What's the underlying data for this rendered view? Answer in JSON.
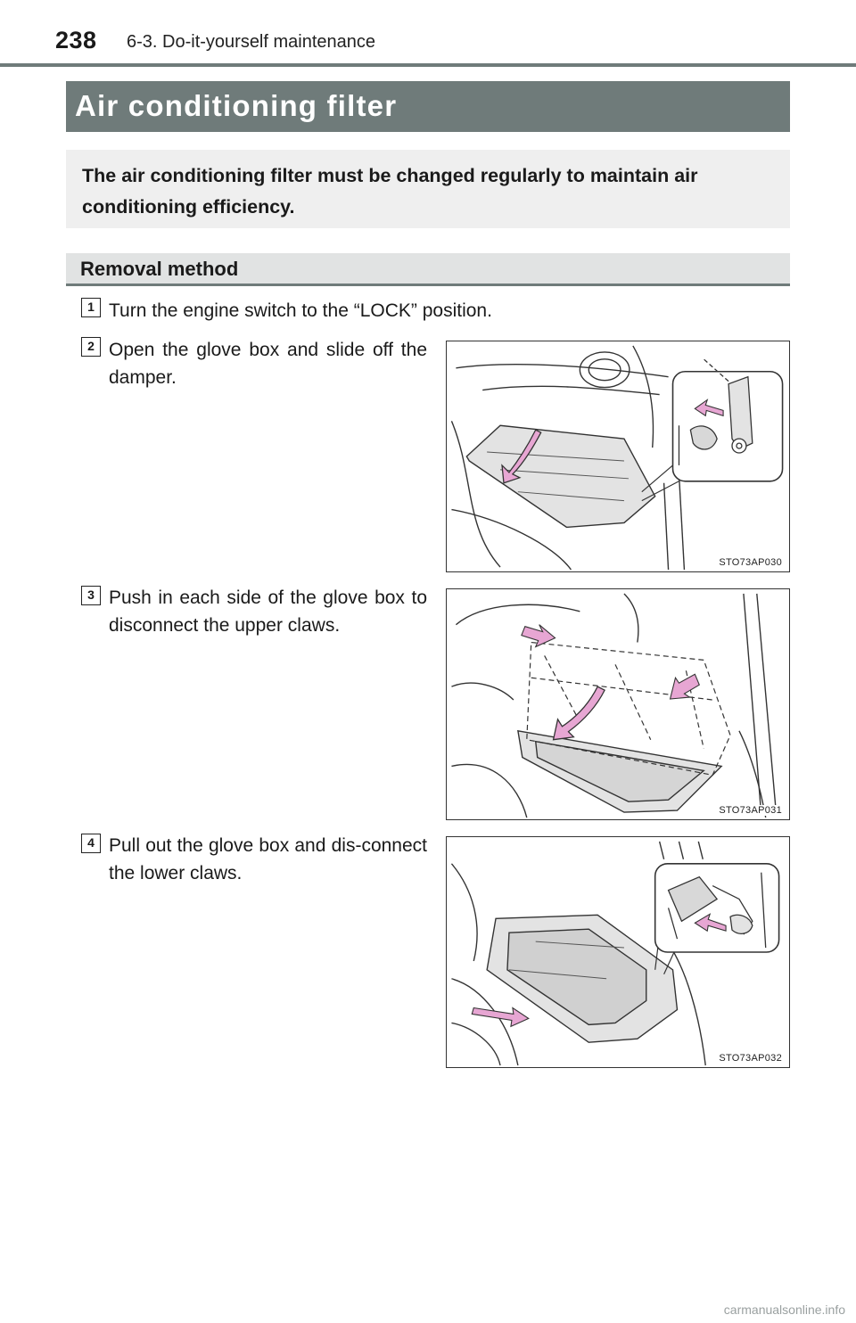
{
  "header": {
    "page_number": "238",
    "chapter": "6-3. Do-it-yourself maintenance"
  },
  "title": "Air conditioning filter",
  "intro": "The air conditioning filter must be changed regularly to maintain air conditioning efficiency.",
  "section": "Removal method",
  "steps": [
    {
      "number": "1",
      "text": "Turn the engine switch to the “LOCK” position."
    },
    {
      "number": "2",
      "text": "Open the glove box and slide off the damper."
    },
    {
      "number": "3",
      "text": "Push in each side of the glove box to disconnect the upper claws."
    },
    {
      "number": "4",
      "text": "Pull out the glove box and dis-connect the lower claws."
    }
  ],
  "figures": [
    {
      "code": "STO73AP030"
    },
    {
      "code": "STO73AP031"
    },
    {
      "code": "STO73AP032"
    }
  ],
  "watermark": "carmanualsonline.info",
  "colors": {
    "band": "#6f7b7a",
    "intro_bg": "#efefef",
    "section_bg": "#e1e3e3",
    "arrow": "#e7a6d3"
  }
}
